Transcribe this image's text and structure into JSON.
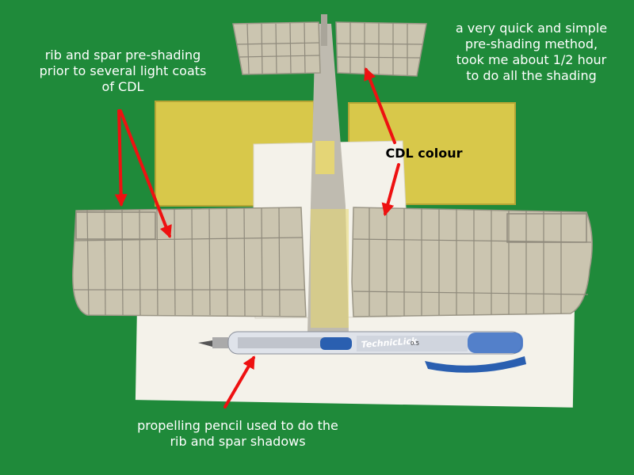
{
  "captions": {
    "top_left": [
      "rib and spar pre-shading",
      "prior to several light coats",
      "of CDL"
    ],
    "top_right": [
      "a very quick and simple",
      "pre-shading method,",
      "took me about 1/2 hour",
      "to do all the shading"
    ],
    "cdl": "CDL colour",
    "bottom": [
      "propelling pencil used to do the",
      "rib and spar shadows"
    ]
  },
  "pencil": {
    "brand": "TechnicLick",
    "lead": "0.5"
  },
  "colors": {
    "background": "#1f8a3a",
    "foam": "#d8c84a",
    "wing": "#cbc5b0",
    "paper": "#f4f2ea",
    "arrow": "#ee1111",
    "tape": "#e8d870"
  }
}
